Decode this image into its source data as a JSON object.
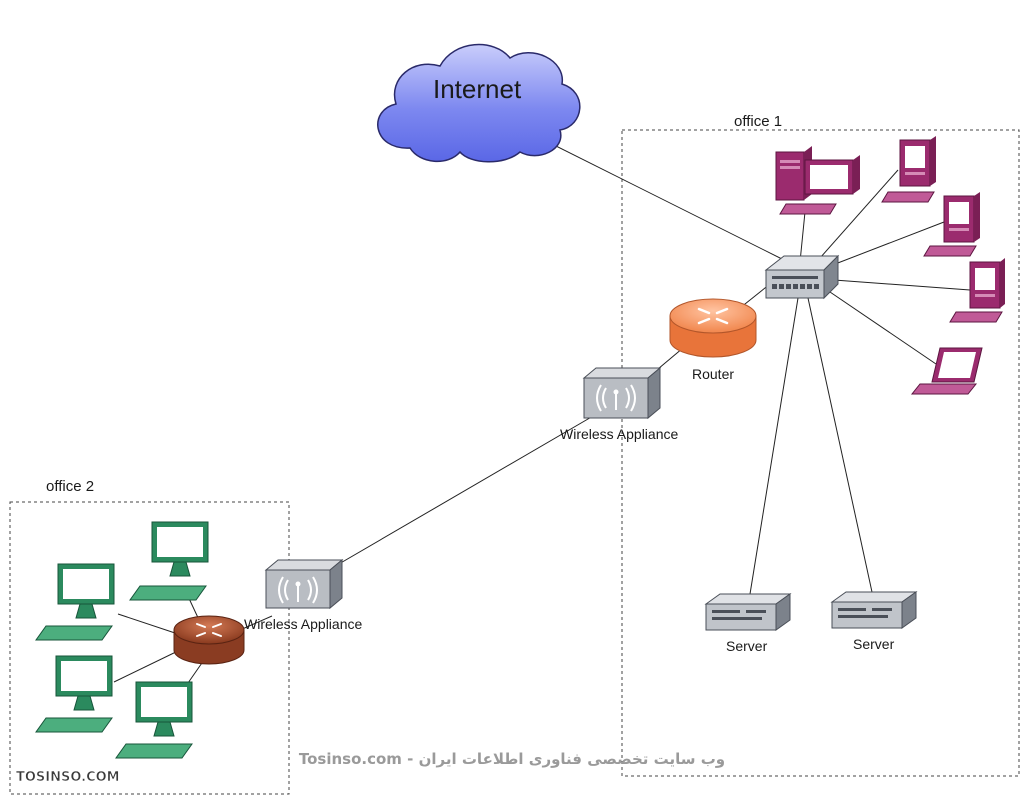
{
  "cloud": {
    "label": "Internet",
    "fill": "#6b78ee"
  },
  "office1": {
    "label": "office 1",
    "router_label": "Router",
    "wireless_label": "Wireless Appliance",
    "servers": [
      {
        "label": "Server"
      },
      {
        "label": "Server"
      }
    ],
    "pc_color": "#9b2b6e"
  },
  "office2": {
    "label": "office 2",
    "wireless_label": "Wireless Appliance",
    "pc_color": "#2b8a5e"
  },
  "watermark": {
    "left": "TOSINSO.COM",
    "center": "وب سایت تخصصی فناوری اطلاعات ایران - Tosinso.com"
  }
}
